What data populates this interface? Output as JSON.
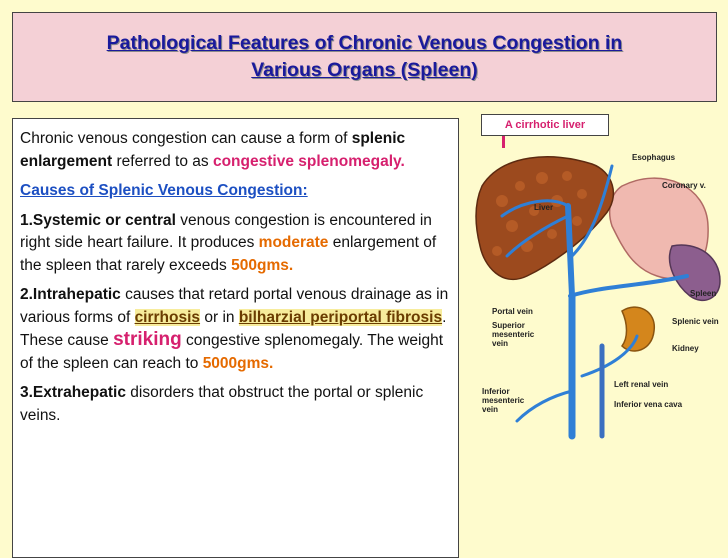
{
  "title": {
    "line1": "Pathological Features of Chronic Venous Congestion in",
    "line2": "Various Organs (Spleen)"
  },
  "intro": {
    "t1": "Chronic venous congestion can cause a form of ",
    "t2": "splenic enlargement",
    "t3": " referred to as ",
    "t4": "congestive splenomegaly."
  },
  "causes_heading": "Causes of Splenic Venous Congestion:",
  "point1": {
    "t1": "1.Systemic or central",
    "t2": " venous congestion is encountered in right side heart failure. It produces ",
    "t3": "moderate",
    "t4": " enlargement of the spleen that rarely exceeds ",
    "t5": "500gms."
  },
  "point2": {
    "t1": "2.Intrahepatic",
    "t2": " causes that retard portal venous drainage as in various forms of ",
    "t3": "cirrhosis",
    "t4": " or in ",
    "t5": "bilharzial periportal fibrosis",
    "t6": ". These cause ",
    "t7": "striking",
    "t8": " congestive splenomegaly. The weight of the spleen can reach to ",
    "t9": "5000gms."
  },
  "point3": {
    "t1": "3.Extrahepatic",
    "t2": " disorders that obstruct the portal or splenic veins."
  },
  "figure": {
    "caption": "A cirrhotic liver",
    "labels": {
      "esophagus": "Esophagus",
      "coronary": "Coronary v.",
      "liver": "Liver",
      "portal": "Portal vein",
      "sup_mes1": "Superior",
      "sup_mes2": "mesenteric",
      "sup_mes3": "vein",
      "spleen": "Spleen",
      "splenic": "Splenic vein",
      "kidney": "Kidney",
      "left_renal": "Left renal vein",
      "inf_mes1": "Inferior",
      "inf_mes2": "mesenteric",
      "inf_mes3": "vein",
      "ivc": "Inferior  vena cava"
    }
  }
}
